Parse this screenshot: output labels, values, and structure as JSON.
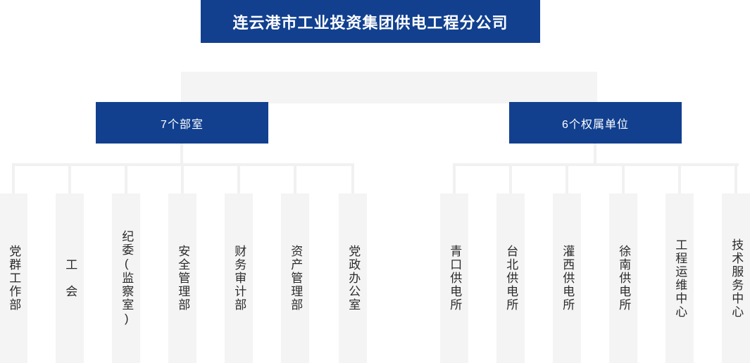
{
  "chart": {
    "type": "org-chart",
    "orientation": "top-down",
    "colors": {
      "node_blue": "#12408f",
      "node_blue_text": "#ffffff",
      "leaf_background": "#f4f4f4",
      "leaf_text": "#2b2b2b",
      "connector": "#f1f1f1",
      "band": "#f4f4f4",
      "page_background": "#ffffff"
    }
  },
  "root": {
    "label": "连云港市工业投资集团供电工程分公司"
  },
  "groups": [
    {
      "label": "7个部室",
      "count": 7,
      "children": [
        {
          "label": "党群工作部"
        },
        {
          "label": "工　会"
        },
        {
          "label": "纪委(监察室)"
        },
        {
          "label": "安全管理部"
        },
        {
          "label": "财务审计部"
        },
        {
          "label": "资产管理部"
        },
        {
          "label": "党政办公室"
        }
      ]
    },
    {
      "label": "6个权属单位",
      "count": 6,
      "children": [
        {
          "label": "青口供电所"
        },
        {
          "label": "台北供电所"
        },
        {
          "label": "灌西供电所"
        },
        {
          "label": "徐南供电所"
        },
        {
          "label": "工程运维中心"
        },
        {
          "label": "技术服务中心"
        }
      ]
    }
  ]
}
